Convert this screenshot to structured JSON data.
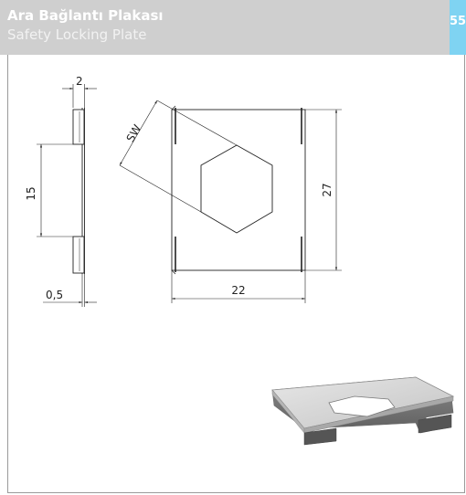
{
  "header": {
    "title": "Ara Bağlantı Plakası",
    "subtitle": "Safety Locking Plate",
    "page_number": "55",
    "tab_color": "#7fd3f2",
    "background_color": "#cfcfcf"
  },
  "drawing": {
    "dimensions": {
      "thickness_top": "2",
      "slot_spacing": "15",
      "plate_thickness": "0,5",
      "across_flats": "SW",
      "width": "22",
      "height": "27"
    }
  }
}
